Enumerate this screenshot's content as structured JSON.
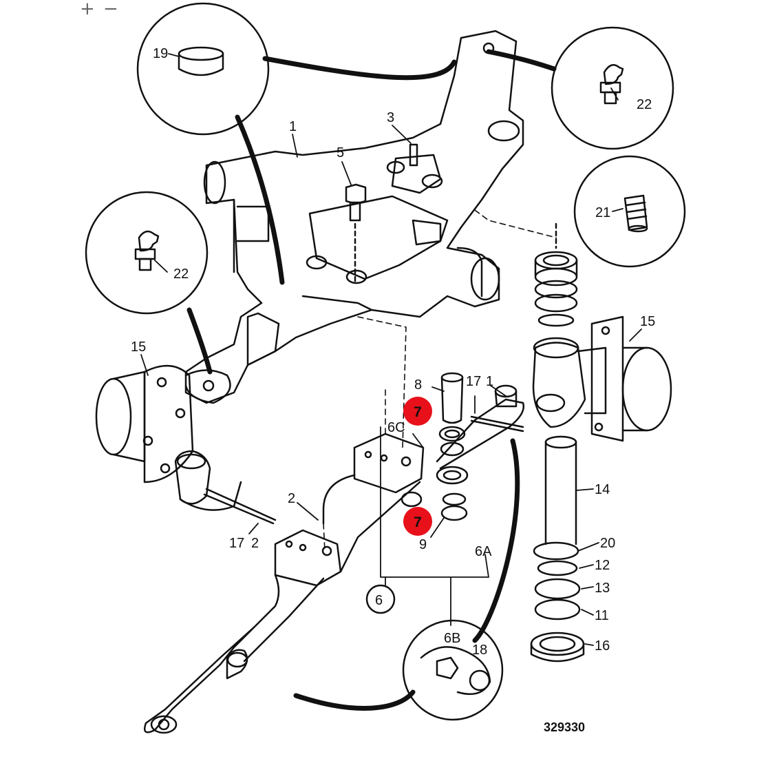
{
  "zoom_controls": {
    "zoom_in": "+",
    "zoom_out": "−"
  },
  "drawing_number": "329330",
  "colors": {
    "highlight": "#e8101a",
    "ink": "#111111",
    "paper": "#ffffff"
  },
  "highlight_marker_label": "7",
  "callouts": {
    "c1_top": "1",
    "c3": "3",
    "c5": "5",
    "c19": "19",
    "c22_right": "22",
    "c22_left": "22",
    "c21": "21",
    "c15_left": "15",
    "c15_right": "15",
    "c8": "8",
    "c17_mid": "17",
    "c1_mid": "1",
    "c6C": "6C",
    "c2_mid": "2",
    "c17_low": "17",
    "c2_low": "2",
    "c9": "9",
    "c6A": "6A",
    "c6": "6",
    "c14": "14",
    "c20": "20",
    "c12": "12",
    "c13": "13",
    "c11": "11",
    "c16": "16",
    "c6B": "6B",
    "c18": "18"
  }
}
